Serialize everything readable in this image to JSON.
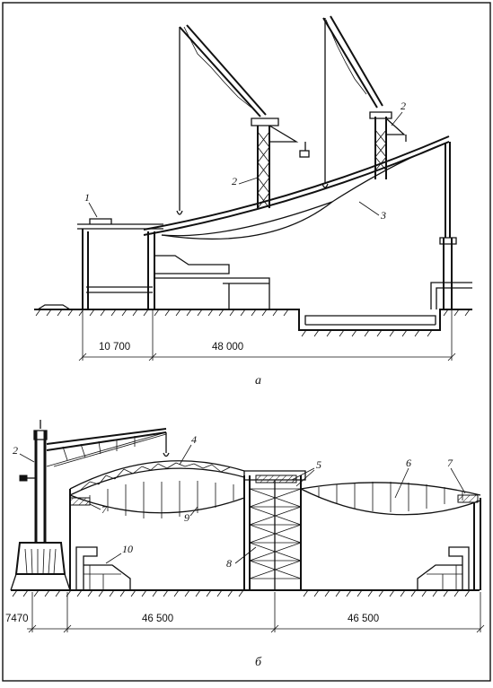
{
  "figure_a": {
    "caption": "а",
    "labels": {
      "n1": "1",
      "n2_left": "2",
      "n2_right": "2",
      "n3": "3"
    },
    "dimensions": {
      "d1": "10 700",
      "d2": "48 000"
    }
  },
  "figure_b": {
    "caption": "б",
    "labels": {
      "n2": "2",
      "n4": "4",
      "n5": "5",
      "n6": "6",
      "n7_left": "7",
      "n7_right": "7",
      "n8": "8",
      "n9": "9",
      "n10": "10"
    },
    "dimensions": {
      "d1": "7470",
      "d2": "46 500",
      "d3": "46 500"
    }
  }
}
